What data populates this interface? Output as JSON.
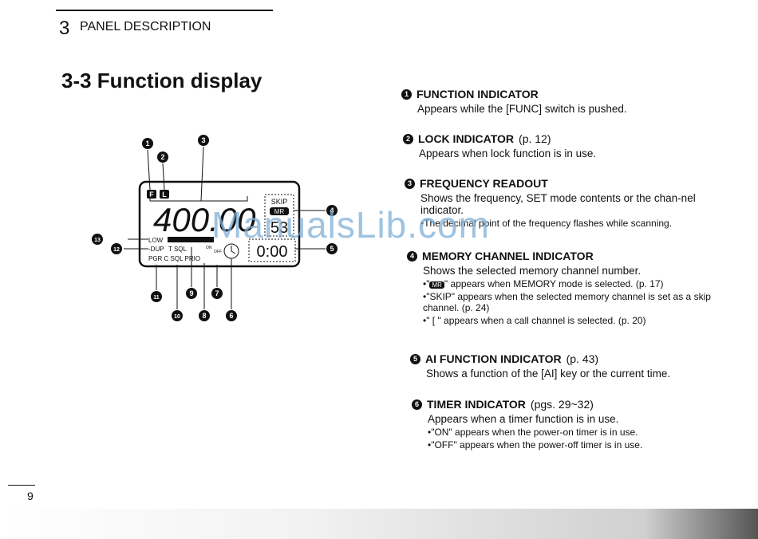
{
  "header": {
    "chapter_number": "3",
    "chapter_title": "PANEL DESCRIPTION"
  },
  "section_title": "3-3 Function display",
  "diagram": {
    "freq": "400.00",
    "chan": "53",
    "clock": "0:00",
    "skip": "SKIP",
    "mr": "MR",
    "f_icon": "F",
    "l_icon": "L",
    "low": "LOW",
    "dup": "-DUP",
    "tsql": "T SQL",
    "on": "ON",
    "off": "OFF",
    "pgr": "PGR C SQL PRIO",
    "callouts": [
      "1",
      "2",
      "3",
      "4",
      "5",
      "6",
      "7",
      "8",
      "9",
      "10",
      "11",
      "12",
      "13"
    ]
  },
  "items": [
    {
      "num": "1",
      "title": "FUNCTION INDICATOR",
      "ref": "",
      "desc": "Appears while the [FUNC] switch is pushed."
    },
    {
      "num": "2",
      "title": "LOCK INDICATOR",
      "ref": "(p. 12)",
      "desc": "Appears when lock function is in use."
    },
    {
      "num": "3",
      "title": "FREQUENCY READOUT",
      "ref": "",
      "desc": "Shows the frequency, SET mode contents or the chan-nel indicator.",
      "bullet1": "The decimal point of the frequency flashes while scanning."
    },
    {
      "num": "4",
      "title": "MEMORY CHANNEL INDICATOR",
      "ref": "",
      "desc": "Shows the selected memory channel number.",
      "b1_pre": "\"",
      "b1_icon": "MR",
      "b1_post": "\" appears when MEMORY mode is selected. (p. 17)",
      "b2": "\"SKIP\" appears when the selected memory channel is set as a skip channel. (p. 24)",
      "b3": "\" [ \" appears when a call channel is selected. (p. 20)"
    },
    {
      "num": "5",
      "title": "AI FUNCTION INDICATOR",
      "ref": "(p. 43)",
      "desc": "Shows a function of the [AI] key or the current time."
    },
    {
      "num": "6",
      "title": "TIMER INDICATOR",
      "ref": "(pgs. 29~32)",
      "desc": "Appears when a timer function is in use.",
      "b1": "\"ON\" appears when the power-on timer is in use.",
      "b2": "\"OFF\" appears when the power-off timer is in use."
    }
  ],
  "page_number": "9",
  "watermark": "ManualsLib.com"
}
